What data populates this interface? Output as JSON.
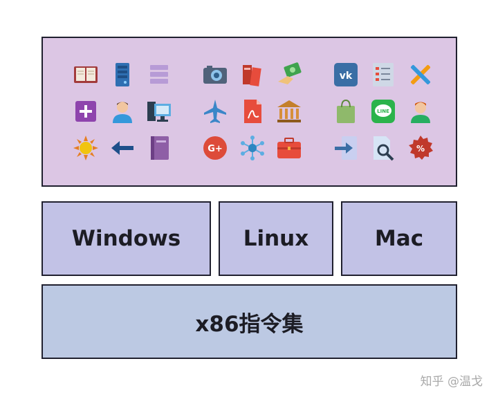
{
  "layers": {
    "applications": {
      "icons": [
        "book-icon",
        "server-icon",
        "database-icon",
        "camera-icon",
        "books-icon",
        "money-icon",
        "vk-icon",
        "checklist-icon",
        "tools-icon",
        "plus-icon",
        "user-icon",
        "desktop-computer-icon",
        "airplane-icon",
        "pdf-icon",
        "bank-icon",
        "shopping-bag-icon",
        "line-icon",
        "person-icon",
        "sun-icon",
        "arrow-left-icon",
        "book-closed-icon",
        "google-plus-icon",
        "network-icon",
        "briefcase-icon",
        "login-arrow-icon",
        "search-document-icon",
        "discount-badge-icon"
      ]
    },
    "os": {
      "windows": "Windows",
      "linux": "Linux",
      "mac": "Mac"
    },
    "isa": "x86指令集"
  },
  "watermark": "知乎 @温戈",
  "colors": {
    "app_layer": "#dcc6e4",
    "os_layer": "#c2c2e6",
    "isa_layer": "#bcc9e3",
    "border": "#1f1f2e"
  }
}
